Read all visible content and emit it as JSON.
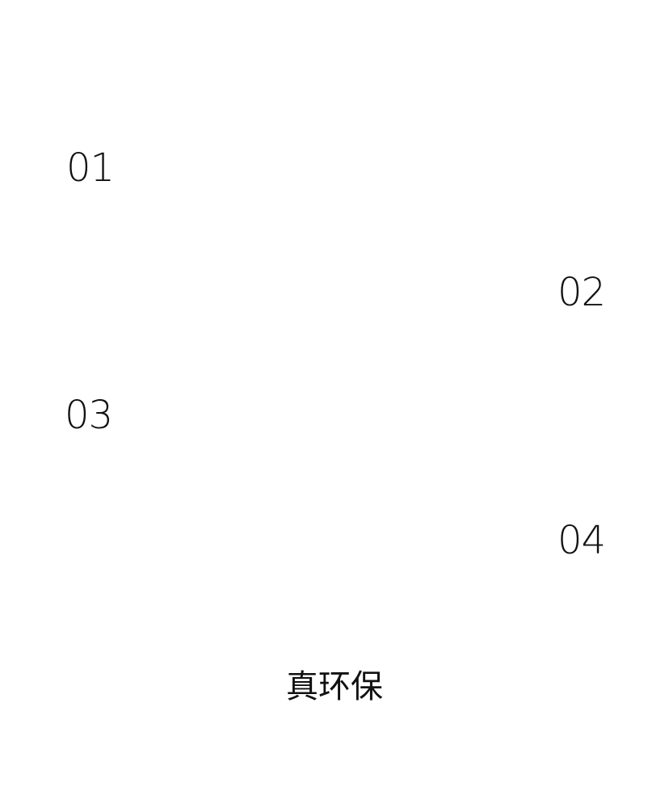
{
  "steps": [
    {
      "number": "01"
    },
    {
      "number": "02"
    },
    {
      "number": "03"
    },
    {
      "number": "04"
    }
  ],
  "footer": {
    "title": "真环保"
  }
}
